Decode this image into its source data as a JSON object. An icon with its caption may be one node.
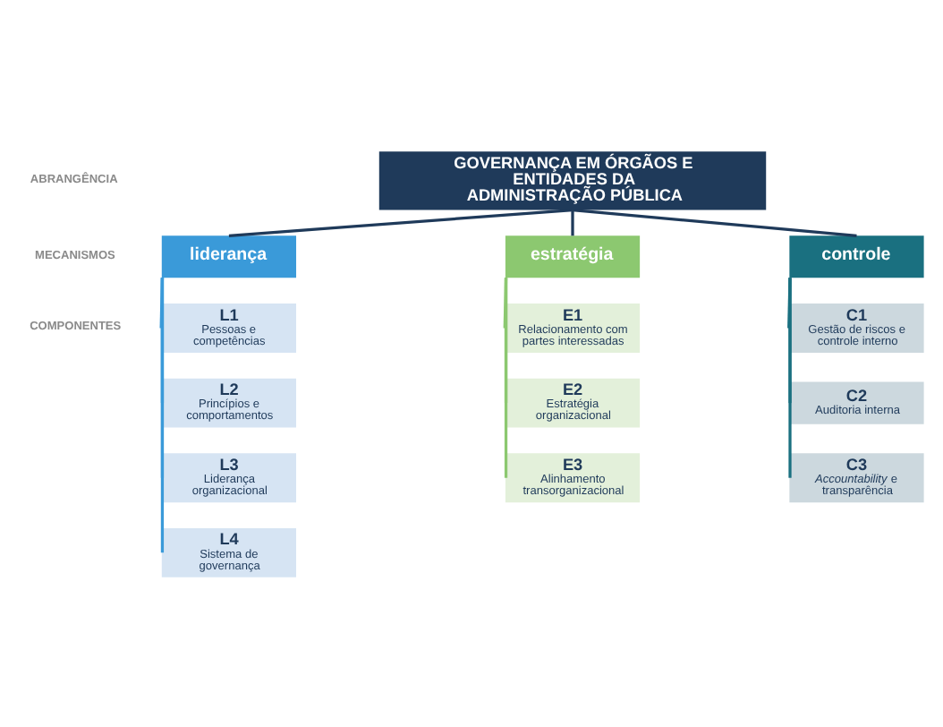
{
  "diagram": {
    "nodes": [
      {
        "text": [
          "GOVERNANÇA EM ÓRGÃOS E ENTIDADES DA ADMINISTRAÇÃO PÚBLICA"
        ]
      },
      {
        "text": [
          "liderança"
        ]
      },
      {
        "text": [
          "estratégia"
        ]
      },
      {
        "text": [
          "controle"
        ]
      },
      {
        "text": [
          "L1",
          "Pessoas e competências"
        ]
      },
      {
        "text": [
          "L2",
          "Princípios e comportamentos"
        ]
      },
      {
        "text": [
          "L3",
          "Liderança organizacional"
        ]
      },
      {
        "text": [
          "L4",
          "Sistema de governança"
        ]
      },
      {
        "text": [
          "E1",
          "Relacionamento com partes interessadas"
        ]
      },
      {
        "text": [
          "E2",
          "Estratégia organizacional"
        ]
      },
      {
        "text": [
          "E3",
          "Alinhamento transorganizacional"
        ]
      },
      {
        "text": [
          "C1",
          "Gestão de riscos e controle interno"
        ]
      },
      {
        "text": [
          "C2",
          "Auditoria interna"
        ]
      },
      {
        "text": [
          "C3",
          "*Accountability* e transparência"
        ]
      }
    ],
    "edges": [
      {
        "from": 0,
        "to": 1,
        "arrow": "none",
        "color": "#1f3a5a"
      },
      {
        "from": 0,
        "to": 2,
        "arrow": "none",
        "color": "#1f3a5a"
      },
      {
        "from": 0,
        "to": 3,
        "arrow": "none",
        "color": "#1f3a5a"
      },
      {
        "from": 1,
        "to": 4,
        "arrow": "none",
        "color": "#3a9ad9"
      },
      {
        "from": 1,
        "to": 5,
        "arrow": "none",
        "color": "#3a9ad9"
      },
      {
        "from": 1,
        "to": 6,
        "arrow": "none",
        "color": "#3a9ad9"
      },
      {
        "from": 1,
        "to": 7,
        "arrow": "none",
        "color": "#3a9ad9"
      },
      {
        "from": 2,
        "to": 8,
        "arrow": "none",
        "color": "#8cc870"
      },
      {
        "from": 2,
        "to": 9,
        "arrow": "none",
        "color": "#8cc870"
      },
      {
        "from": 2,
        "to": 10,
        "arrow": "none",
        "color": "#8cc870"
      },
      {
        "from": 3,
        "to": 11,
        "arrow": "none",
        "color": "#1a7080"
      },
      {
        "from": 3,
        "to": 12,
        "arrow": "none",
        "color": "#1a7080"
      },
      {
        "from": 3,
        "to": 13,
        "arrow": "none",
        "color": "#1a7080"
      }
    ],
    "labels": [
      "ABRANGÊNCIA",
      "MECANISMOS",
      "COMPONENTES"
    ]
  }
}
